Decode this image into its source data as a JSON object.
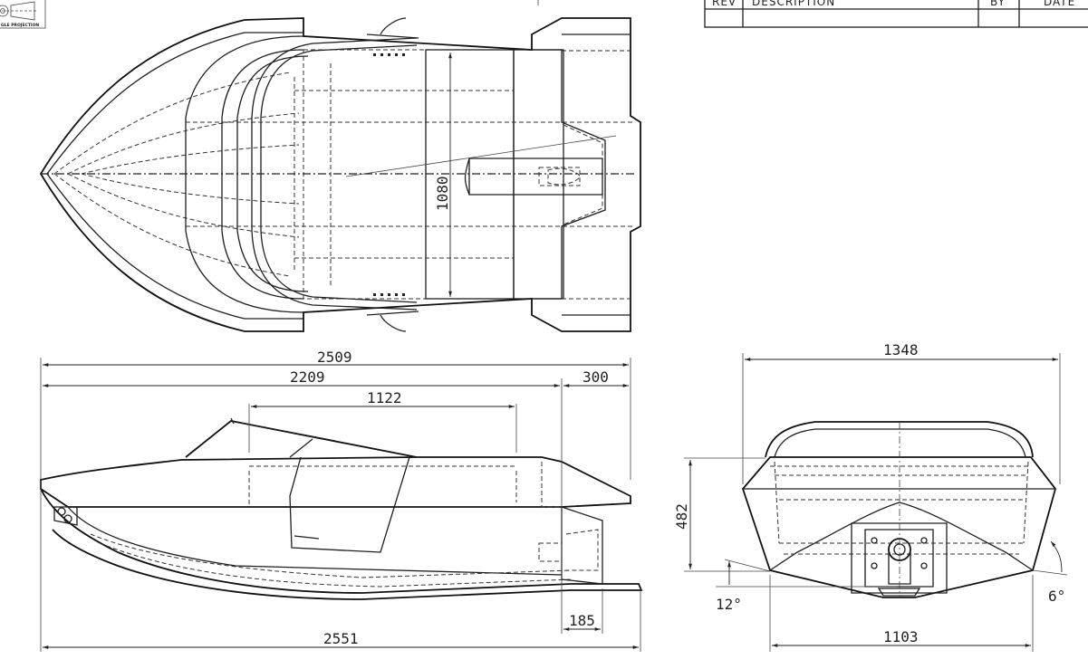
{
  "title_block": {
    "rev_header": "REV",
    "description_header": "DESCRIPTION",
    "by_header": "BY",
    "date_header": "DATE"
  },
  "projection_symbol": {
    "label": "GLE PROJECTION"
  },
  "dimensions": {
    "beam_top": "1080",
    "length_overall": "2509",
    "length_hull": "2209",
    "transom_overhang": "300",
    "windshield_length": "1122",
    "length_bottom": "2551",
    "skeg_length": "185",
    "beam_rear": "1348",
    "height_rear": "482",
    "bottom_width_rear": "1103",
    "deadrise_angle": "12°",
    "chine_angle": "6°"
  }
}
